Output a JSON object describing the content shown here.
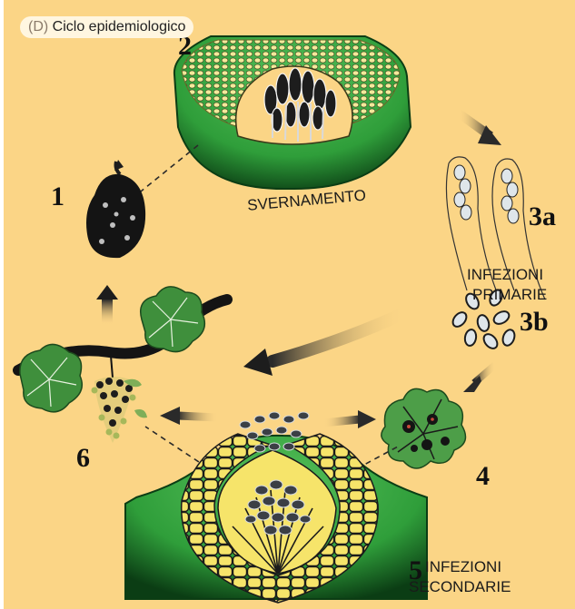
{
  "title": {
    "prefix": "(D)",
    "text": "Ciclo epidemiologico"
  },
  "labels": {
    "overwintering": "SVERNAMENTO",
    "primary_line1": "INFEZIONI",
    "primary_line2": "PRIMARIE",
    "secondary_line1": "INFEZIONI",
    "secondary_line2": "SECONDARIE"
  },
  "stages": {
    "s1": "1",
    "s2": "2",
    "s3a": "3a",
    "s3b": "3b",
    "s4": "4",
    "s5": "5",
    "s6": "6"
  },
  "colors": {
    "background": "#fbd586",
    "tissue_green": "#2f9e3a",
    "tissue_dark": "#0b3d14",
    "spore_yellow": "#f3ea9a",
    "ascus_dark": "#1d1d1d",
    "leaf_green": "#3f8f3c"
  }
}
